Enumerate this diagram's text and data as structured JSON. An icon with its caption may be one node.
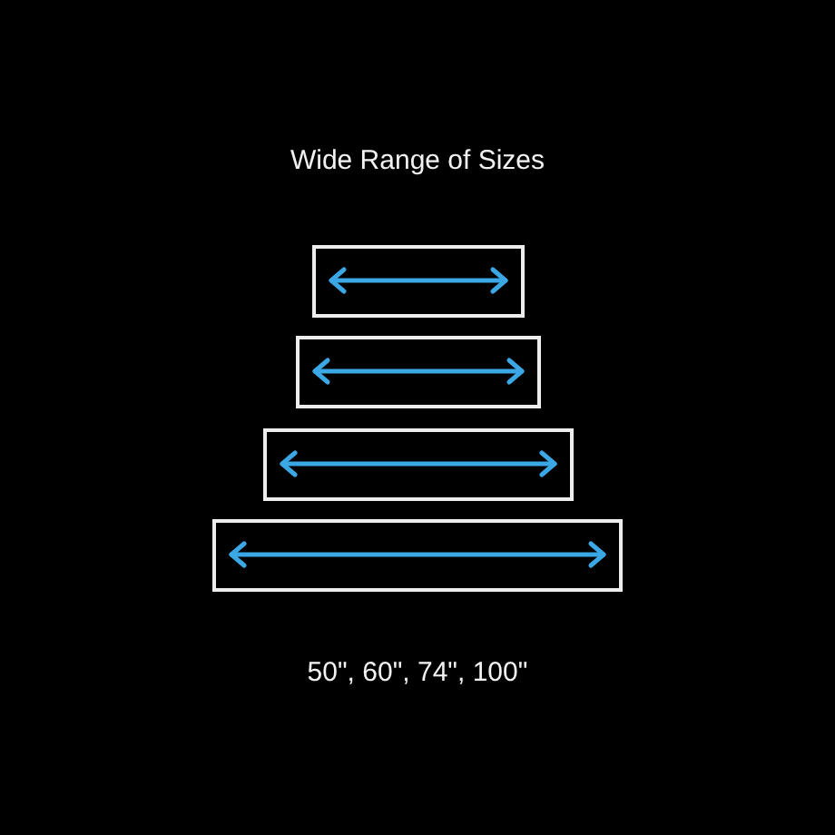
{
  "diagram": {
    "title": "Wide Range of Sizes",
    "nodes": [
      {
        "text": [],
        "shape": "box"
      },
      {
        "text": [],
        "shape": "box"
      },
      {
        "text": [],
        "shape": "box"
      },
      {
        "text": [],
        "shape": "box"
      }
    ],
    "caption": "50\", 60\", 74\", 100\""
  }
}
